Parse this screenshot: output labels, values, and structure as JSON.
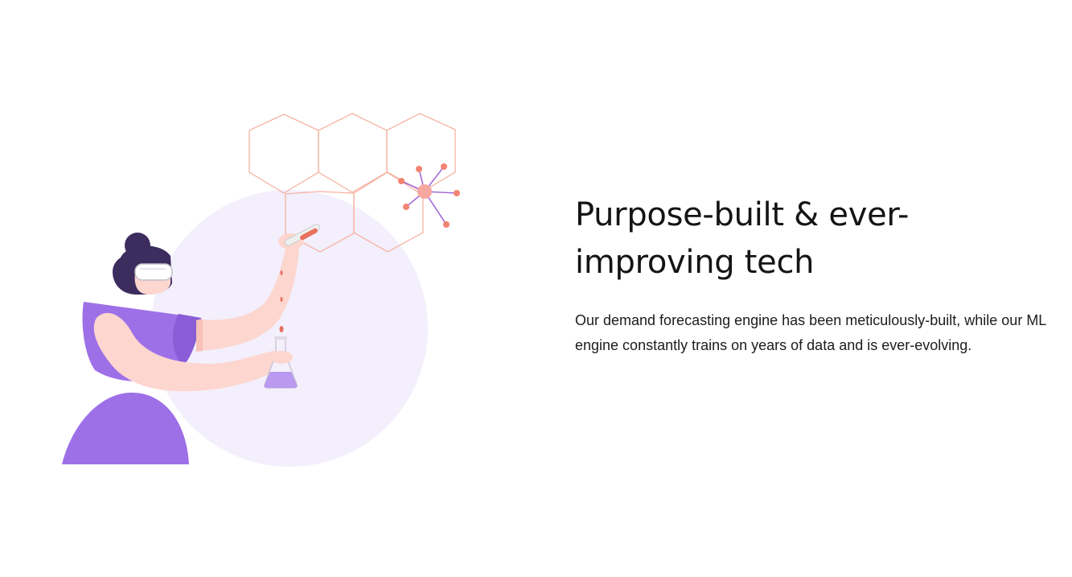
{
  "feature": {
    "headline": "Purpose-built & ever-improving tech",
    "description": "Our demand forecasting engine has been meticulously-built, while our ML engine constantly trains on years of data and is ever-evolving."
  },
  "illustration": {
    "icon": "scientist-lab-illustration",
    "colors": {
      "circle": "#f3effc",
      "hexagon_stroke": "#f6b3a3",
      "molecule_node": "#f28472",
      "molecule_hub": "#f6a7a0",
      "molecule_bond": "#a46bd8",
      "shirt": "#9e70e8",
      "shirt_shade": "#8a5dd6",
      "skin": "#fdd6cf",
      "hair": "#3d2c5e",
      "liquid": "#b99af0"
    }
  }
}
